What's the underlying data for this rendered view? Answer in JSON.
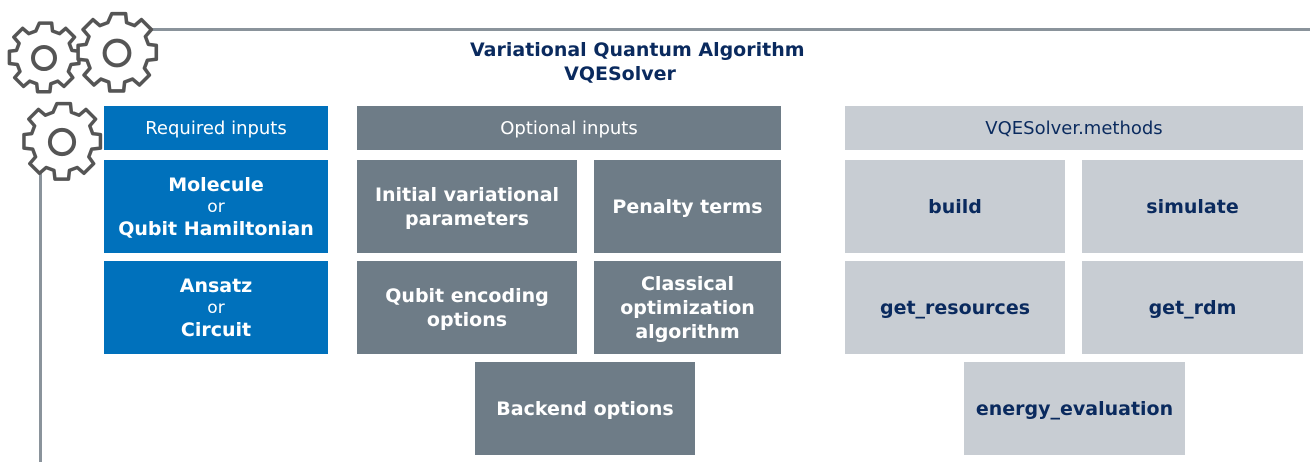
{
  "title": {
    "line1": "Variational Quantum Algorithm",
    "line2": "VQESolver"
  },
  "headers": {
    "required": "Required inputs",
    "optional": "Optional inputs",
    "methods": "VQESolver.methods"
  },
  "required": [
    {
      "top": "Molecule",
      "mid": "or",
      "bottom": "Qubit Hamiltonian"
    },
    {
      "top": "Ansatz",
      "mid": "or",
      "bottom": "Circuit"
    }
  ],
  "optional": {
    "initial_params": [
      "Initial variational",
      "parameters"
    ],
    "penalty": "Penalty terms",
    "qubit_encoding": [
      "Qubit encoding",
      "options"
    ],
    "classical_opt": [
      "Classical",
      "optimization",
      "algorithm"
    ],
    "backend": "Backend options"
  },
  "methods": {
    "build": "build",
    "simulate": "simulate",
    "get_resources": "get_resources",
    "get_rdm": "get_rdm",
    "energy_evaluation": "energy_evaluation"
  },
  "colors": {
    "required": "#0071bc",
    "optional": "#6e7c87",
    "methods": "#c8cdd3",
    "title": "#0a2a5e"
  },
  "icons": [
    "gear-icon",
    "gear-icon",
    "gear-icon"
  ]
}
